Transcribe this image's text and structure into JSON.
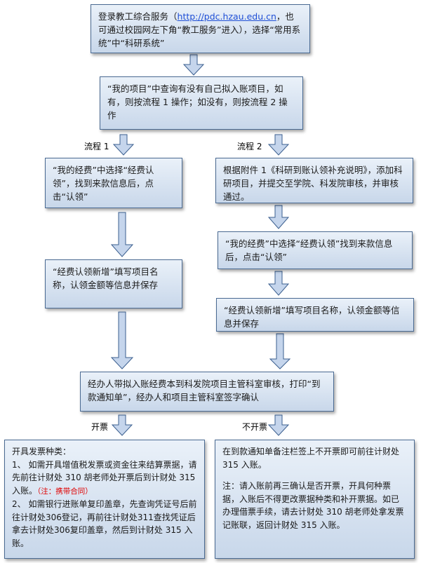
{
  "colors": {
    "box_border": "#4a6a92",
    "box_fill_top": "#eaf1f9",
    "box_fill_bottom": "#c8d7ea",
    "arrow_fill": "#c5d5ec",
    "arrow_stroke": "#3b5f8f",
    "link": "#1f4fd6",
    "note_red": "#e00000"
  },
  "boxes": {
    "login": {
      "pre": "登录教工综合服务（",
      "url": "http://pdc.hzau.edu.cn",
      "post": "，也可通过校园网左下角“教工服务”进入），选择“常用系统”中“科研系统”"
    },
    "my_project": "“我的项目”中查询有没有自己拟入账项目，如有，则按流程 1 操作；如没有，则按流程 2 操作",
    "f1_step1": "“我的经费”中选择“经费认领”，找到来款信息后，点击“认领”",
    "f1_step2": "“经费认领新增”填写项目名称，认领金额等信息并保存",
    "f2_step1": "根据附件 1《科研到账认领补充说明》，添加科研项目，并提交至学院、科发院审核，并审核通过。",
    "f2_step2": "“我的经费”中选择“经费认领”找到来款信息后，点击“认领”",
    "f2_step3": "“经费认领新增”填写项目名称，认领金额等信息并保存",
    "review": "经办人带拟入账经费本到科发院项目主管科室审核，打印“到款通知单”，经办人和项目主管科室签字确认",
    "invoice": {
      "title": "开具发票种类：",
      "item1": "1、 如需开具增值税发票或资金往来结算票据，请先前往计财处 310 胡老师处开票后到计财处 315 入账。",
      "item1_note": "（注：携带合同）",
      "item2": "2、 如需银行进账单复印盖章，先查询凭证号后前往计财处306登记，再前往计财处311查找凭证后拿去计财处306复印盖章，然后到计财处 315 入账。"
    },
    "no_invoice": {
      "line1": "在到款通知单备注栏签上不开票即可前往计财处 315 入账。",
      "line2": "注：请入账前再三确认是否开票，开具何种票据，入账后不得更改票据种类和补开票据。如已办理借票手续，请去计财处 310 胡老师处拿发票记账联，返回计财处 315 入账。"
    }
  },
  "labels": {
    "flow1": "流程 1",
    "flow2": "流程 2",
    "invoice": "开票",
    "no_invoice": "不开票"
  }
}
